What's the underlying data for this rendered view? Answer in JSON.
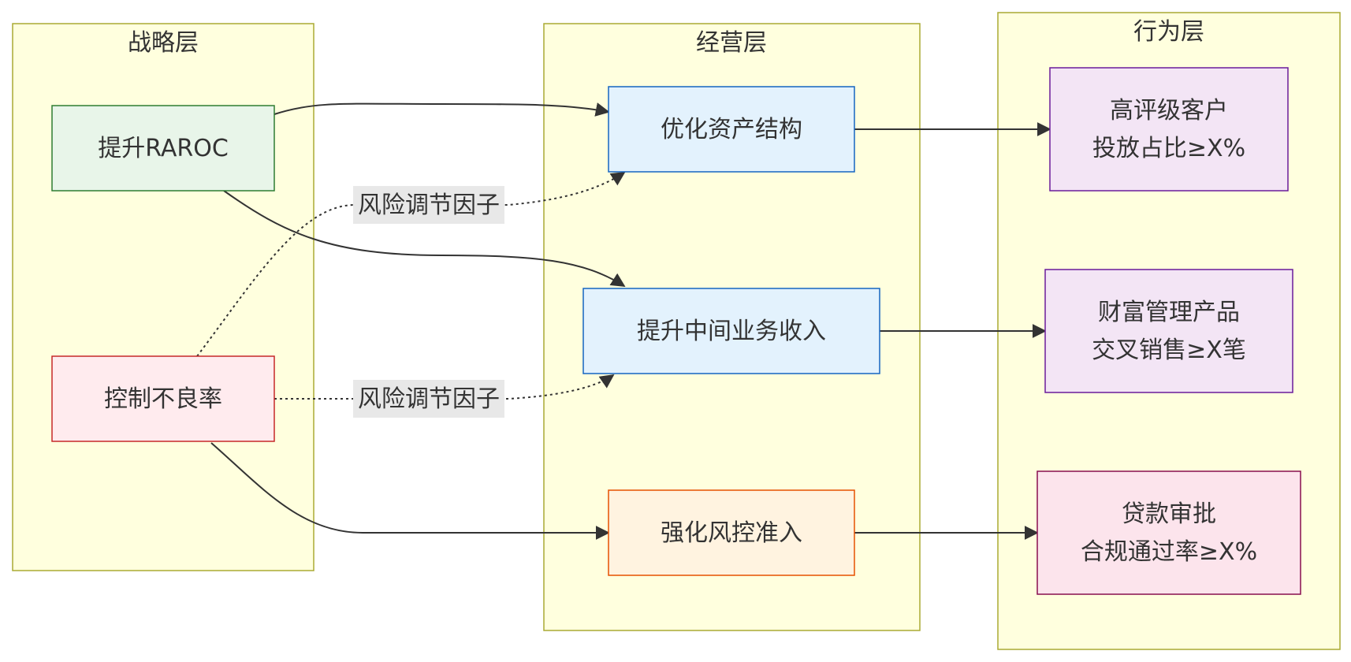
{
  "diagram": {
    "lanes": {
      "strategy": "战略层",
      "operation": "经营层",
      "behavior": "行为层"
    },
    "nodes": {
      "raroc": "提升RAROC",
      "npl": "控制不良率",
      "asset": "优化资产结构",
      "mid": "提升中间业务收入",
      "risk": "强化风控准入",
      "b1": [
        "高评级客户",
        "投放占比≥X%"
      ],
      "b2": [
        "财富管理产品",
        "交叉销售≥X笔"
      ],
      "b3": [
        "贷款审批",
        "合规通过率≥X%"
      ]
    },
    "edge_labels": {
      "npl_to_asset": "风险调节因子",
      "npl_to_mid": "风险调节因子"
    },
    "colors": {
      "lane_fill": "#ffffde",
      "lane_stroke": "#aaaa33",
      "green_fill": "#e8f5e9",
      "green_stroke": "#2e7d32",
      "red_fill": "#ffebee",
      "red_stroke": "#c62828",
      "blue_fill": "#e3f2fd",
      "blue_stroke": "#1565c0",
      "orange_fill": "#fff3e0",
      "orange_stroke": "#e65100",
      "purple_fill": "#f3e5f5",
      "purple_stroke": "#6a1b9a",
      "pink_fill": "#fce4ec",
      "pink_stroke": "#880e4f",
      "edge": "#333333",
      "label_bg": "#e8e8e8"
    }
  }
}
